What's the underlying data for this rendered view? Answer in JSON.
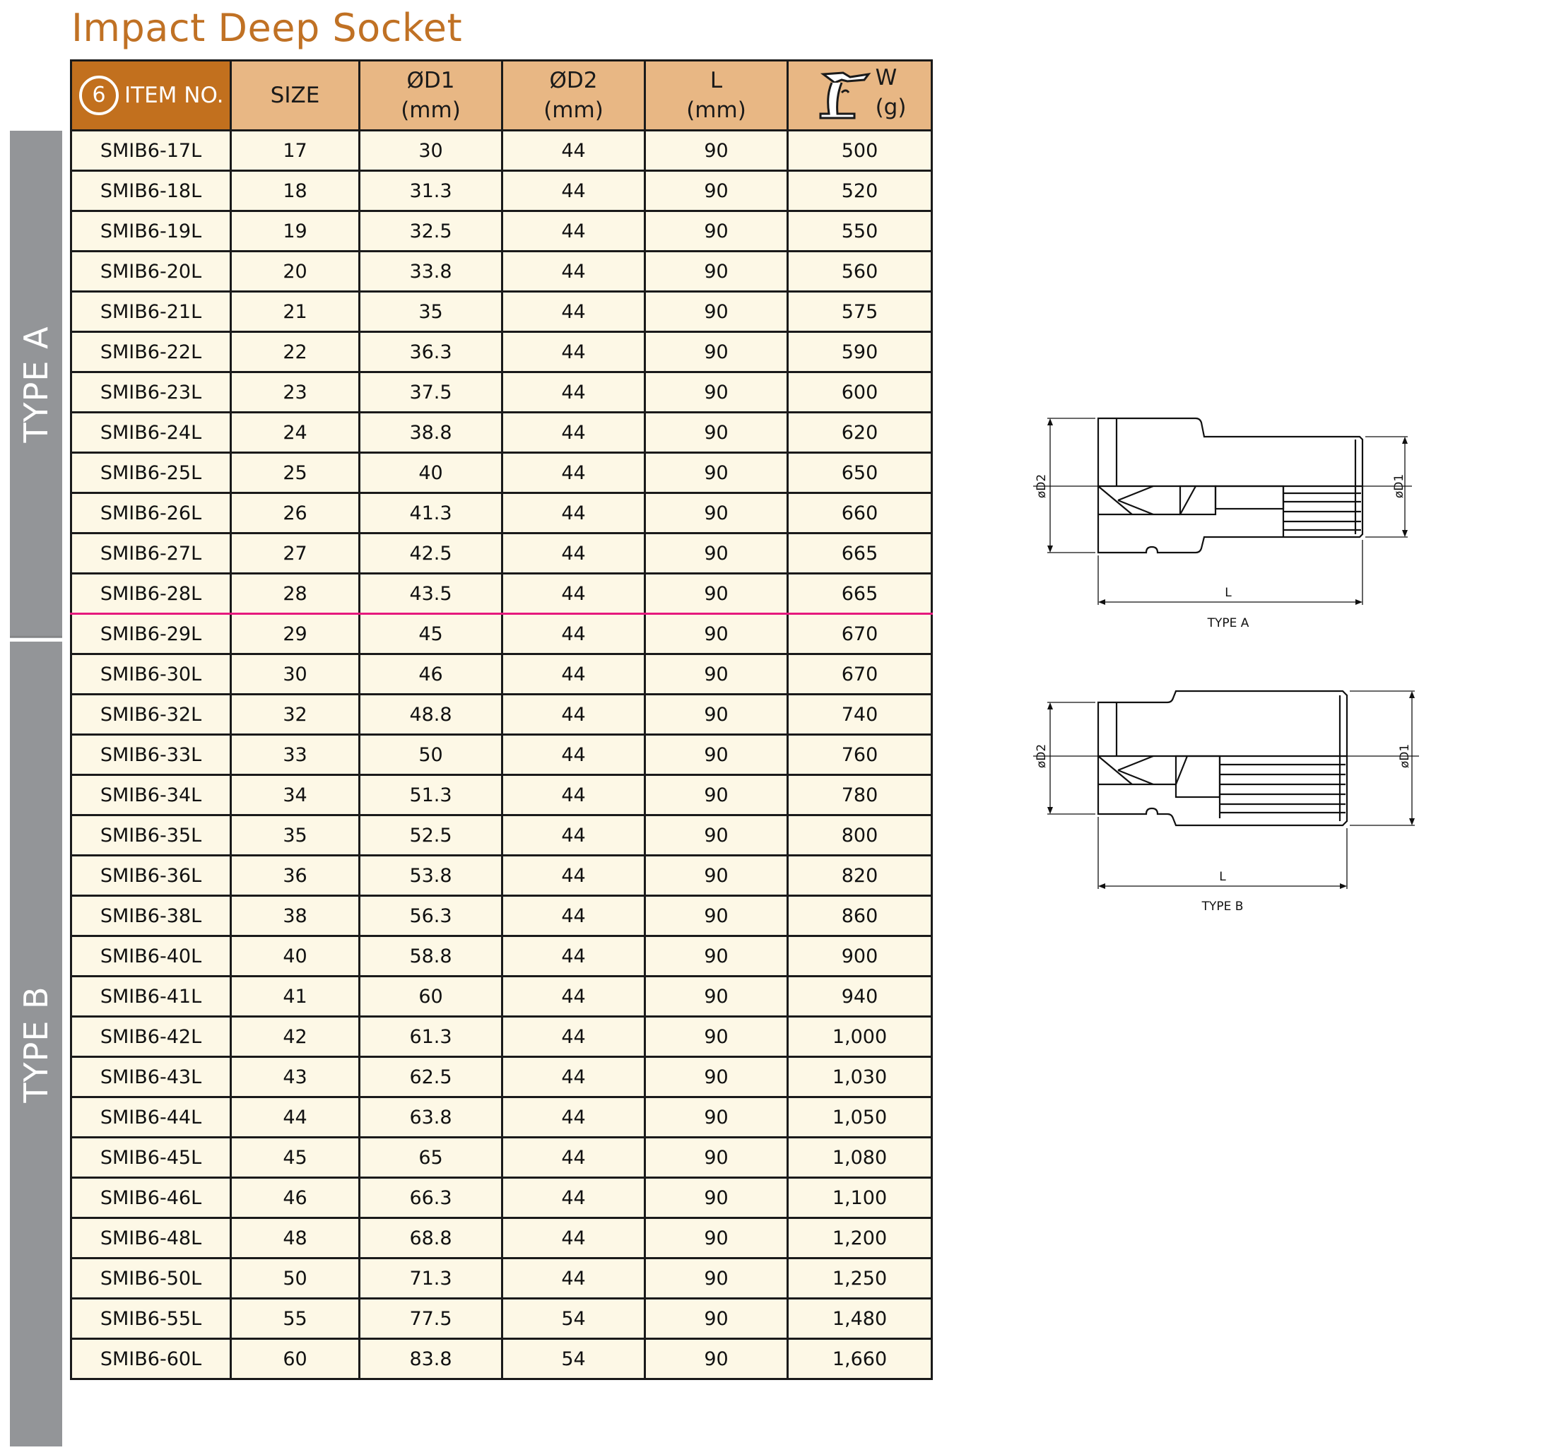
{
  "title": "Impact Deep Socket",
  "side_tabs": {
    "type_a": "TYPE A",
    "type_b": "TYPE B"
  },
  "table": {
    "badge": "6",
    "headers": {
      "item_no": "ITEM NO.",
      "size": "SIZE",
      "d1": "ØD1",
      "d1_unit": "(mm)",
      "d2": "ØD2",
      "d2_unit": "(mm)",
      "l": "L",
      "l_unit": "(mm)",
      "w": "W",
      "w_unit": "(g)"
    },
    "rows": [
      {
        "item": "SMIB6-17L",
        "size": "17",
        "d1": "30",
        "d2": "44",
        "l": "90",
        "w": "500"
      },
      {
        "item": "SMIB6-18L",
        "size": "18",
        "d1": "31.3",
        "d2": "44",
        "l": "90",
        "w": "520"
      },
      {
        "item": "SMIB6-19L",
        "size": "19",
        "d1": "32.5",
        "d2": "44",
        "l": "90",
        "w": "550"
      },
      {
        "item": "SMIB6-20L",
        "size": "20",
        "d1": "33.8",
        "d2": "44",
        "l": "90",
        "w": "560"
      },
      {
        "item": "SMIB6-21L",
        "size": "21",
        "d1": "35",
        "d2": "44",
        "l": "90",
        "w": "575"
      },
      {
        "item": "SMIB6-22L",
        "size": "22",
        "d1": "36.3",
        "d2": "44",
        "l": "90",
        "w": "590"
      },
      {
        "item": "SMIB6-23L",
        "size": "23",
        "d1": "37.5",
        "d2": "44",
        "l": "90",
        "w": "600"
      },
      {
        "item": "SMIB6-24L",
        "size": "24",
        "d1": "38.8",
        "d2": "44",
        "l": "90",
        "w": "620"
      },
      {
        "item": "SMIB6-25L",
        "size": "25",
        "d1": "40",
        "d2": "44",
        "l": "90",
        "w": "650"
      },
      {
        "item": "SMIB6-26L",
        "size": "26",
        "d1": "41.3",
        "d2": "44",
        "l": "90",
        "w": "660"
      },
      {
        "item": "SMIB6-27L",
        "size": "27",
        "d1": "42.5",
        "d2": "44",
        "l": "90",
        "w": "665"
      },
      {
        "item": "SMIB6-28L",
        "size": "28",
        "d1": "43.5",
        "d2": "44",
        "l": "90",
        "w": "665"
      },
      {
        "item": "SMIB6-29L",
        "size": "29",
        "d1": "45",
        "d2": "44",
        "l": "90",
        "w": "670"
      },
      {
        "item": "SMIB6-30L",
        "size": "30",
        "d1": "46",
        "d2": "44",
        "l": "90",
        "w": "670"
      },
      {
        "item": "SMIB6-32L",
        "size": "32",
        "d1": "48.8",
        "d2": "44",
        "l": "90",
        "w": "740"
      },
      {
        "item": "SMIB6-33L",
        "size": "33",
        "d1": "50",
        "d2": "44",
        "l": "90",
        "w": "760"
      },
      {
        "item": "SMIB6-34L",
        "size": "34",
        "d1": "51.3",
        "d2": "44",
        "l": "90",
        "w": "780"
      },
      {
        "item": "SMIB6-35L",
        "size": "35",
        "d1": "52.5",
        "d2": "44",
        "l": "90",
        "w": "800"
      },
      {
        "item": "SMIB6-36L",
        "size": "36",
        "d1": "53.8",
        "d2": "44",
        "l": "90",
        "w": "820"
      },
      {
        "item": "SMIB6-38L",
        "size": "38",
        "d1": "56.3",
        "d2": "44",
        "l": "90",
        "w": "860"
      },
      {
        "item": "SMIB6-40L",
        "size": "40",
        "d1": "58.8",
        "d2": "44",
        "l": "90",
        "w": "900"
      },
      {
        "item": "SMIB6-41L",
        "size": "41",
        "d1": "60",
        "d2": "44",
        "l": "90",
        "w": "940"
      },
      {
        "item": "SMIB6-42L",
        "size": "42",
        "d1": "61.3",
        "d2": "44",
        "l": "90",
        "w": "1,000"
      },
      {
        "item": "SMIB6-43L",
        "size": "43",
        "d1": "62.5",
        "d2": "44",
        "l": "90",
        "w": "1,030"
      },
      {
        "item": "SMIB6-44L",
        "size": "44",
        "d1": "63.8",
        "d2": "44",
        "l": "90",
        "w": "1,050"
      },
      {
        "item": "SMIB6-45L",
        "size": "45",
        "d1": "65",
        "d2": "44",
        "l": "90",
        "w": "1,080"
      },
      {
        "item": "SMIB6-46L",
        "size": "46",
        "d1": "66.3",
        "d2": "44",
        "l": "90",
        "w": "1,100"
      },
      {
        "item": "SMIB6-48L",
        "size": "48",
        "d1": "68.8",
        "d2": "44",
        "l": "90",
        "w": "1,200"
      },
      {
        "item": "SMIB6-50L",
        "size": "50",
        "d1": "71.3",
        "d2": "44",
        "l": "90",
        "w": "1,250"
      },
      {
        "item": "SMIB6-55L",
        "size": "55",
        "d1": "77.5",
        "d2": "54",
        "l": "90",
        "w": "1,480"
      },
      {
        "item": "SMIB6-60L",
        "size": "60",
        "d1": "83.8",
        "d2": "54",
        "l": "90",
        "w": "1,660"
      }
    ],
    "type_a_row_count": 12
  },
  "diagrams": {
    "type_a": {
      "caption": "TYPE A",
      "d1": "øD1",
      "d2": "øD2",
      "l": "L"
    },
    "type_b": {
      "caption": "TYPE B",
      "d1": "øD1",
      "d2": "øD2",
      "l": "L"
    }
  },
  "colors": {
    "title": "#c07124",
    "header_bg": "#e8b784",
    "item_header_bg": "#c2701e",
    "cell_bg": "#fdf8e6",
    "side_tab": "#939598",
    "type_divider": "#e6197d"
  },
  "icons": {
    "badge": "hexagon-6-badge-icon",
    "weight": "scale-icon"
  }
}
